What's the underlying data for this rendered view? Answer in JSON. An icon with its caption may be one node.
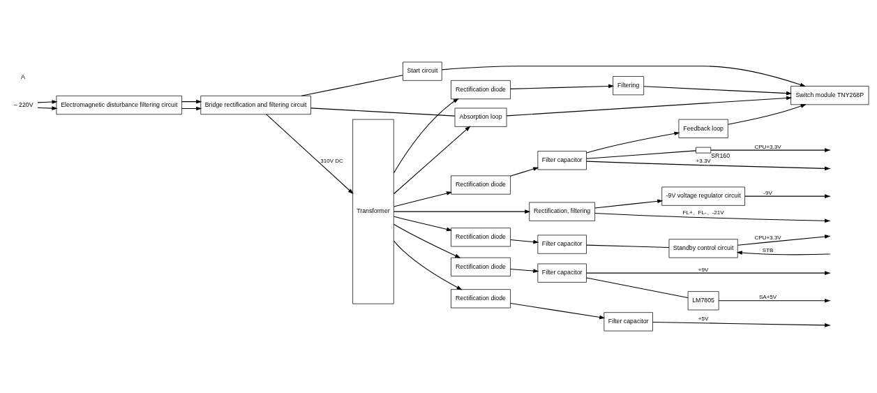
{
  "diagram": {
    "nodes": [
      {
        "text": [
          "Bridge rectification and filtering circuit"
        ]
      },
      {
        "text": [
          "Electromagnetic disturbance filtering circuit"
        ]
      },
      {
        "text": [
          "～220V"
        ]
      },
      {
        "text": [
          "Start circuit"
        ]
      },
      {
        "text": [
          "Absorption loop"
        ]
      },
      {
        "text": [
          "Transformer"
        ]
      },
      {
        "text": [
          "Switch module TNY268P"
        ]
      },
      {
        "text": [
          "Filtering"
        ]
      },
      {
        "text": [
          "Rectification diode"
        ]
      },
      {
        "text": [
          "Feedback loop"
        ]
      },
      {
        "text": [
          "Rectification diode"
        ]
      },
      {
        "text": [
          "Filter capacitor"
        ]
      },
      {
        "text": [
          "Standby control circuit"
        ]
      },
      {
        "text": [
          "Rectification diode"
        ]
      },
      {
        "text": [
          "Filter capacitor"
        ]
      },
      {
        "text": [
          "LM7805"
        ]
      },
      {
        "text": [
          "Rectification diode"
        ]
      },
      {
        "text": [
          "Filter capacitor"
        ]
      },
      {
        "text": [
          "Rectification diode"
        ]
      },
      {
        "text": [
          "Filter capacitor"
        ]
      },
      {
        "text": [],
        "shape": "box",
        "beside": [
          "SR160"
        ]
      },
      {
        "text": [
          "Rectification, filtering"
        ]
      },
      {
        "text": [
          "-9V voltage regulator circuit"
        ]
      }
    ],
    "edges": [
      {
        "from": 2,
        "to": 1,
        "arrow": "to"
      },
      {
        "from": 2,
        "to": 1,
        "arrow": "to"
      },
      {
        "from": 1,
        "to": 0,
        "arrow": "to"
      },
      {
        "from": 1,
        "to": 0,
        "arrow": "to"
      },
      {
        "from": 0,
        "to": 5,
        "arrow": "to",
        "label": "310V DC"
      },
      {
        "from": 0,
        "to": 3,
        "arrow": "none"
      },
      {
        "from": 0,
        "to": 4,
        "arrow": "none"
      },
      {
        "from": 5,
        "to": 4,
        "arrow": "to"
      },
      {
        "from": 3,
        "to": 6,
        "arrow": "to"
      },
      {
        "from": 4,
        "to": 6,
        "arrow": "to"
      },
      {
        "from": 5,
        "to": 8,
        "arrow": "to"
      },
      {
        "from": 8,
        "to": 7,
        "arrow": "to"
      },
      {
        "from": 7,
        "to": 6,
        "arrow": "to"
      },
      {
        "from": 9,
        "to": 6,
        "arrow": "to"
      },
      {
        "from": 5,
        "to": 10,
        "arrow": "to"
      },
      {
        "from": 10,
        "to": 11,
        "arrow": "to"
      },
      {
        "from": 11,
        "to": 12,
        "arrow": "none"
      },
      {
        "from": 12,
        "to": null,
        "arrow": "to",
        "label": "CPU+3.3V"
      },
      {
        "from": null,
        "to": 12,
        "arrow": "to",
        "label": "STB"
      },
      {
        "from": 5,
        "to": 13,
        "arrow": "to"
      },
      {
        "from": 13,
        "to": 14,
        "arrow": "to"
      },
      {
        "from": 14,
        "to": 15,
        "arrow": "none"
      },
      {
        "from": 15,
        "to": null,
        "arrow": "to",
        "label": "SA+5V"
      },
      {
        "from": 14,
        "to": null,
        "arrow": "to",
        "label": "+9V"
      },
      {
        "from": 5,
        "to": 16,
        "arrow": "to"
      },
      {
        "from": 16,
        "to": 17,
        "arrow": "to"
      },
      {
        "from": 17,
        "to": null,
        "arrow": "to",
        "label": "+5V"
      },
      {
        "from": 5,
        "to": 18,
        "arrow": "to"
      },
      {
        "from": 18,
        "to": 19,
        "arrow": "to"
      },
      {
        "from": 19,
        "to": null,
        "arrow": "to",
        "label": "+3.3V"
      },
      {
        "from": 19,
        "to": 20,
        "arrow": "none"
      },
      {
        "from": 20,
        "to": null,
        "arrow": "to",
        "label": "CPU+3.3V"
      },
      {
        "from": 19,
        "to": 9,
        "arrow": "to"
      },
      {
        "from": 5,
        "to": 21,
        "arrow": "to"
      },
      {
        "from": 21,
        "to": 22,
        "arrow": "to"
      },
      {
        "from": 22,
        "to": null,
        "arrow": "to",
        "label": "-9V"
      },
      {
        "from": 21,
        "to": null,
        "arrow": "to",
        "label": "FL+、FL-、-21V"
      }
    ],
    "labels": [
      "A"
    ]
  }
}
